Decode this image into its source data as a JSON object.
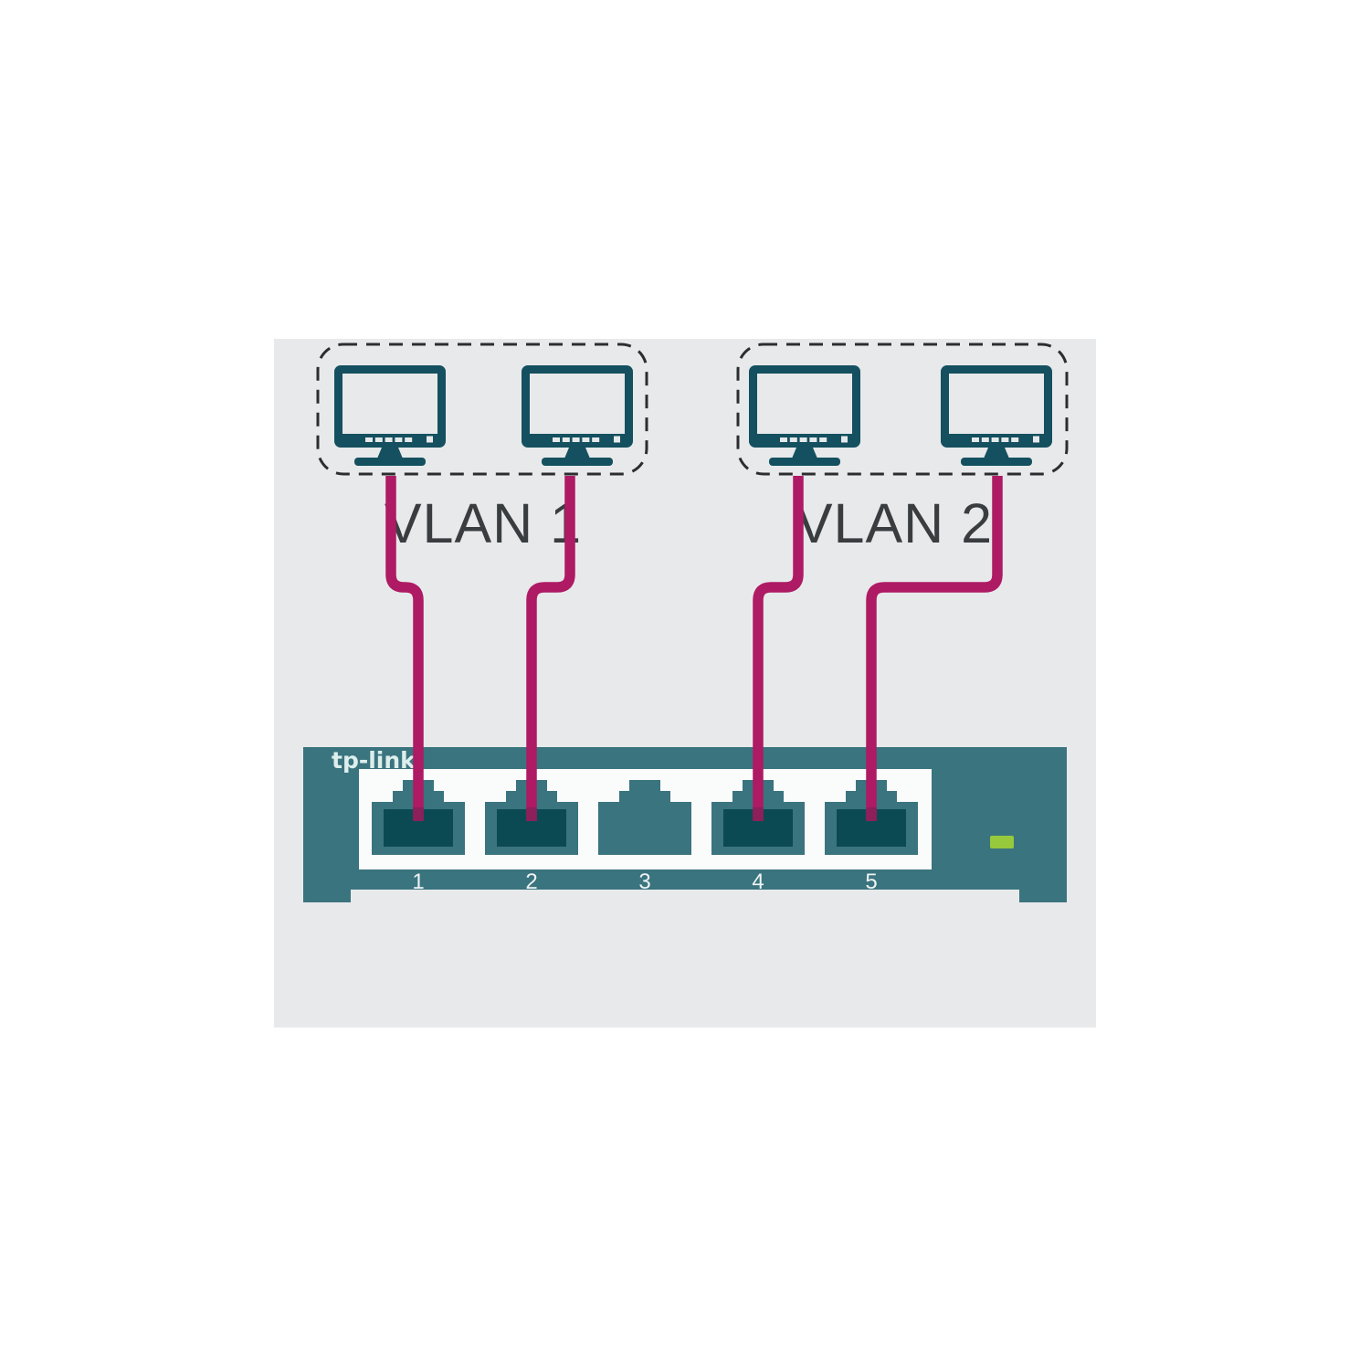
{
  "groups": [
    {
      "label": "VLAN 1",
      "computer_count": 2,
      "connected_port_labels": [
        "1",
        "2"
      ]
    },
    {
      "label": "VLAN 2",
      "computer_count": 2,
      "connected_port_labels": [
        "4",
        "5"
      ]
    }
  ],
  "switch": {
    "brand": "tp-link",
    "port_labels": [
      "1",
      "2",
      "3",
      "4",
      "5"
    ],
    "connected_ports": [
      "1",
      "2",
      "4",
      "5"
    ],
    "empty_ports": [
      "3"
    ],
    "led_state": "on"
  },
  "colors": {
    "page_background": "#ffffff",
    "diagram_background": "#e8e9eb",
    "switch_teal": "#3a747f",
    "device_dark_teal": "#14505f",
    "port_opening_dark": "#0c4a53",
    "cable_magenta": "#ae1a64",
    "cable_tip_dark": "#8d1f5b",
    "led_green": "#97c93c",
    "label_text": "#3a3d40",
    "dashed_border": "#2b2d2e",
    "port_panel_white": "#fafbfb"
  }
}
